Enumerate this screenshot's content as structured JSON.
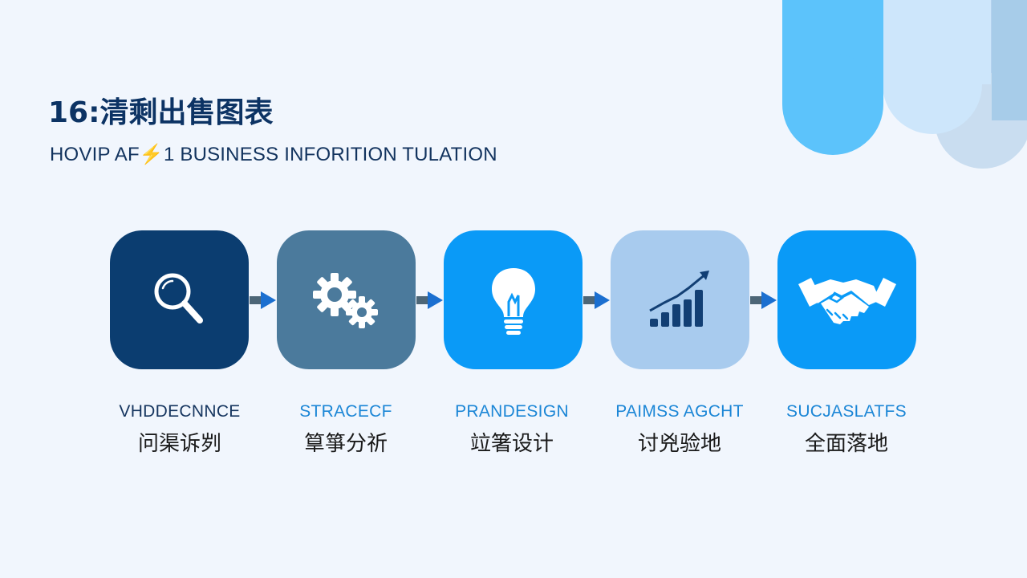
{
  "header": {
    "title": "16:清剩出售图表",
    "subtitle": "HOVIP AF⚡1 BUSINESS INFORITION TULATION"
  },
  "colors": {
    "background": "#f1f6fd",
    "title": "#0c3364",
    "tile_1": "#0b3d70",
    "tile_2": "#4b7a9c",
    "tile_3": "#0a9af7",
    "tile_4": "#a8cbee",
    "tile_5": "#0a9af7",
    "arrow_connector": "#4d6677",
    "arrow_head": "#1b6fd0"
  },
  "steps": [
    {
      "icon": "magnifier-icon",
      "label_en": "VHDDECNNCE",
      "label_zh": "问渠诉刿",
      "label_color": "#15355f"
    },
    {
      "icon": "gears-icon",
      "label_en": "STRACECF",
      "label_zh": "筸箏分祈",
      "label_color": "#1b86d6"
    },
    {
      "icon": "lightbulb-icon",
      "label_en": "PRANDESIGN",
      "label_zh": "竝箸设计",
      "label_color": "#1b86d6"
    },
    {
      "icon": "growth-chart-icon",
      "label_en": "PAIMSS AGCHT",
      "label_zh": "讨兇验地",
      "label_color": "#1b86d6"
    },
    {
      "icon": "handshake-icon",
      "label_en": "SUCJASLATFS",
      "label_zh": "全面落地",
      "label_color": "#1b86d6"
    }
  ]
}
